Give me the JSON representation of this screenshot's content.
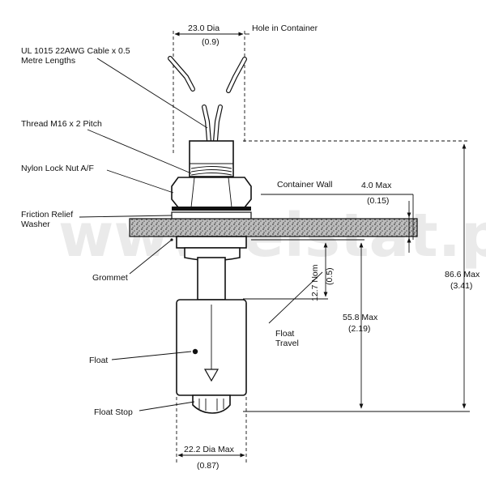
{
  "labels": {
    "cable_line1": "UL 1015 22AWG Cable x 0.5",
    "cable_line2": "Metre Lengths",
    "thread": "Thread M16 x 2 Pitch",
    "lock_nut": "Nylon Lock Nut A/F",
    "washer_line1": "Friction Relief",
    "washer_line2": "Washer",
    "grommet": "Grommet",
    "float": "Float",
    "float_stop": "Float Stop",
    "container_wall": "Container Wall",
    "hole": "Hole in Container",
    "float_travel_line1": "Float",
    "float_travel_line2": "Travel"
  },
  "dimensions": {
    "hole_dia": "23.0 Dia",
    "hole_dia_in": "(0.9)",
    "wall_max": "4.0 Max",
    "wall_max_in": "(0.15)",
    "travel_nom": "12.7 Nom",
    "travel_nom_in": "(0.5)",
    "depth_max": "55.8 Max",
    "depth_max_in": "(2.19)",
    "overall_max": "86.6 Max",
    "overall_max_in": "(3.41)",
    "float_dia": "22.2 Dia Max",
    "float_dia_in": "(0.87)"
  },
  "watermark": "www.elstat.pl"
}
